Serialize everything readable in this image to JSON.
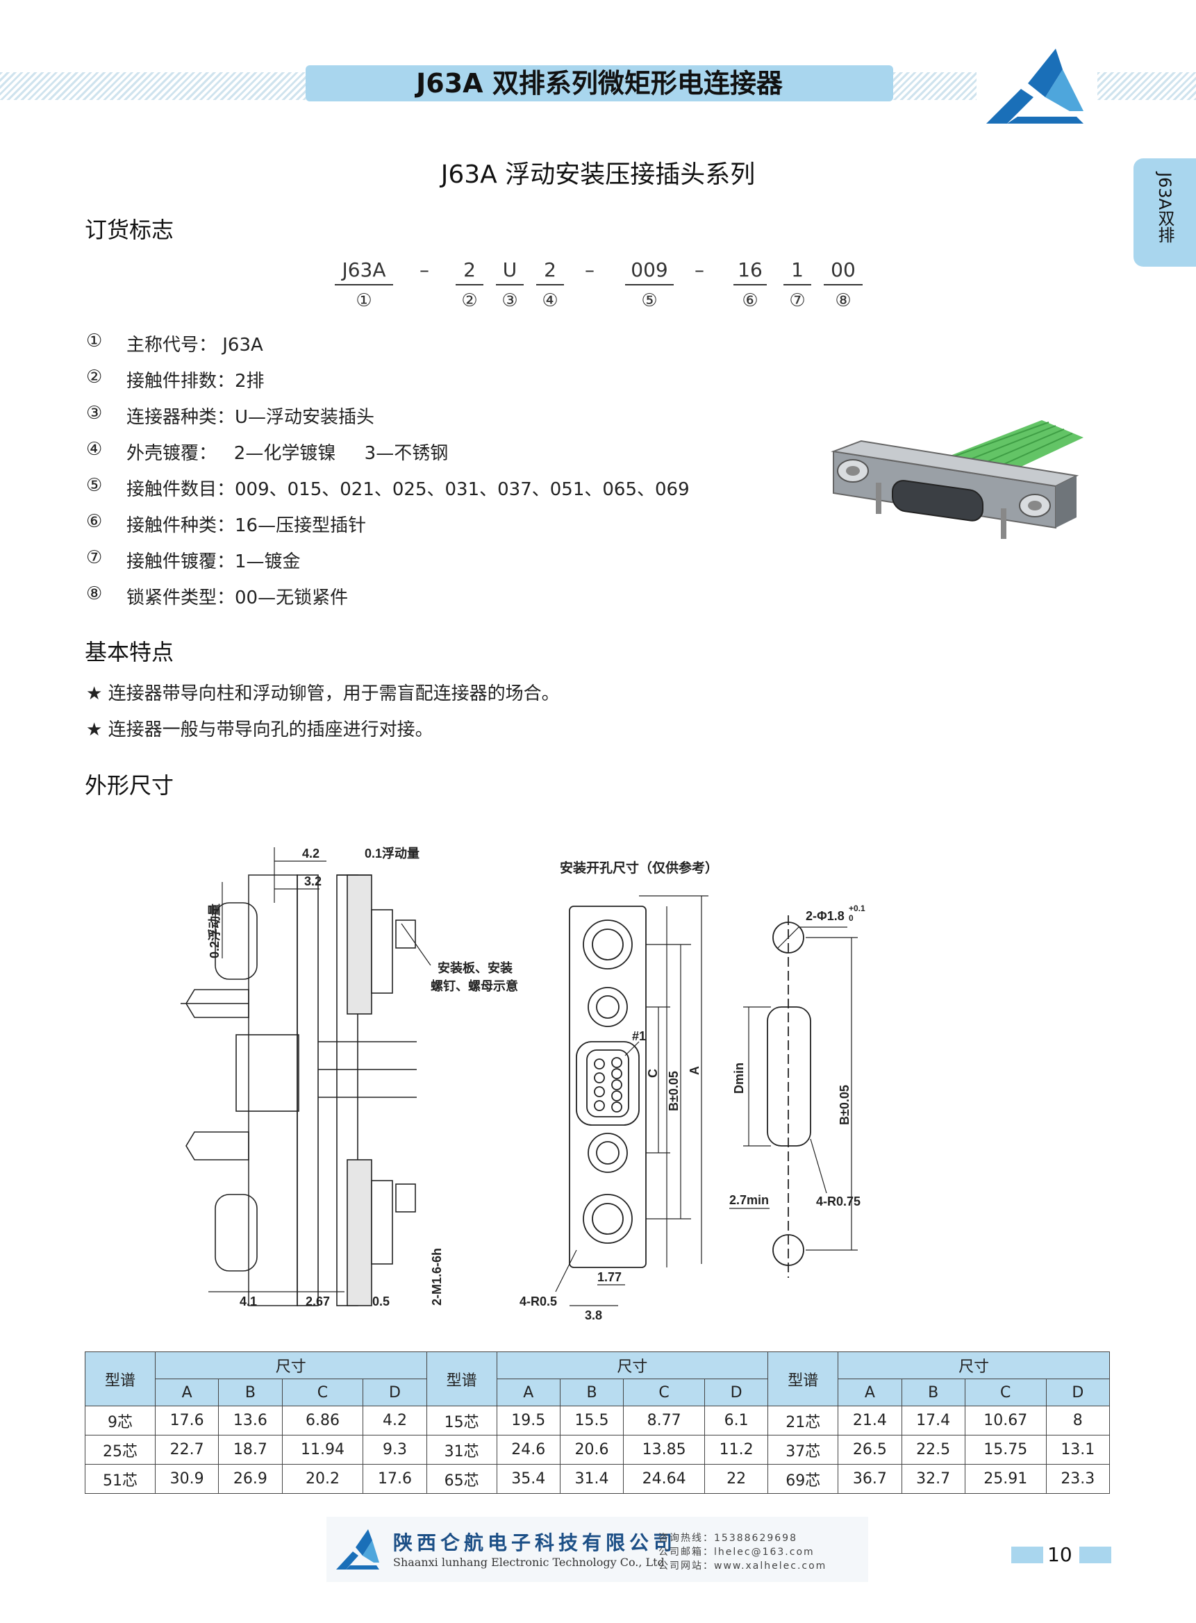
{
  "header": {
    "title": "J63A  双排系列微矩形电连接器",
    "side_tab": "J63A双排",
    "logo": "company-logo"
  },
  "page_subtitle": "J63A  浮动安装压接插头系列",
  "ordering": {
    "heading": "订货标志",
    "code_parts": [
      "J63A",
      "–",
      "2",
      "U",
      "2",
      "–",
      "009",
      "–",
      "16",
      "1",
      "00"
    ],
    "code_markers": [
      "①",
      "②",
      "③",
      "④",
      "⑤",
      "⑥",
      "⑦",
      "⑧"
    ],
    "items": [
      {
        "num": "①",
        "text": "主称代号：  J63A"
      },
      {
        "num": "②",
        "text": "接触件排数：2排"
      },
      {
        "num": "③",
        "text": "连接器种类：U—浮动安装插头"
      },
      {
        "num": "④",
        "text": "外壳镀覆：   2—化学镀镍     3—不锈钢"
      },
      {
        "num": "⑤",
        "text": "接触件数目：009、015、021、025、031、037、051、065、069"
      },
      {
        "num": "⑥",
        "text": "接触件种类：16—压接型插针"
      },
      {
        "num": "⑦",
        "text": "接触件镀覆：1—镀金"
      },
      {
        "num": "⑧",
        "text": "锁紧件类型：00—无锁紧件"
      }
    ]
  },
  "features": {
    "heading": "基本特点",
    "items": [
      "★  连接器带导向柱和浮动铆管，用于需盲配连接器的场合。",
      "★  连接器一般与带导向孔的插座进行对接。"
    ]
  },
  "dimensions": {
    "heading": "外形尺寸",
    "side_view": {
      "d_42": "4.2",
      "d_32": "3.2",
      "float_01": "0.1浮动量",
      "float_02": "0.2浮动量",
      "panel_note_1": "安装板、安装",
      "panel_note_2": "螺钉、螺母示意",
      "d_41": "4.1",
      "d_267": "2.67",
      "d_05": "0.5",
      "thread": "2-M1.6-6h"
    },
    "front_view": {
      "pin1": "#1",
      "c": "C",
      "b": "B±0.05",
      "a": "A",
      "r": "4-R0.5",
      "d_177": "1.77",
      "d_38": "3.8"
    },
    "cutout": {
      "title": "安装开孔尺寸（仅供参考）",
      "holes": "2-Φ1.8",
      "tol_up": "+0.1",
      "tol_low": "0",
      "dmin": "Dmin",
      "b": "B±0.05",
      "w": "2.7min",
      "r": "4-R0.75"
    }
  },
  "table": {
    "col_model": "型谱",
    "col_size": "尺寸",
    "cols": [
      "A",
      "B",
      "C",
      "D"
    ],
    "rows": [
      [
        [
          "9芯",
          "17.6",
          "13.6",
          "6.86",
          "4.2"
        ],
        [
          "15芯",
          "19.5",
          "15.5",
          "8.77",
          "6.1"
        ],
        [
          "21芯",
          "21.4",
          "17.4",
          "10.67",
          "8"
        ]
      ],
      [
        [
          "25芯",
          "22.7",
          "18.7",
          "11.94",
          "9.3"
        ],
        [
          "31芯",
          "24.6",
          "20.6",
          "13.85",
          "11.2"
        ],
        [
          "37芯",
          "26.5",
          "22.5",
          "15.75",
          "13.1"
        ]
      ],
      [
        [
          "51芯",
          "30.9",
          "26.9",
          "20.2",
          "17.6"
        ],
        [
          "65芯",
          "35.4",
          "31.4",
          "24.64",
          "22"
        ],
        [
          "69芯",
          "36.7",
          "32.7",
          "25.91",
          "23.3"
        ]
      ]
    ]
  },
  "footer": {
    "company_cn": "陕西仑航电子科技有限公司",
    "company_en": "Shaanxi lunhang Electronic Technology Co., Ltd",
    "hotline": "咨询热线：15388629698",
    "email": "公司邮箱：lhelec@163.com",
    "website": "公司网站：www.xalhelec.com",
    "page_number": "10"
  }
}
